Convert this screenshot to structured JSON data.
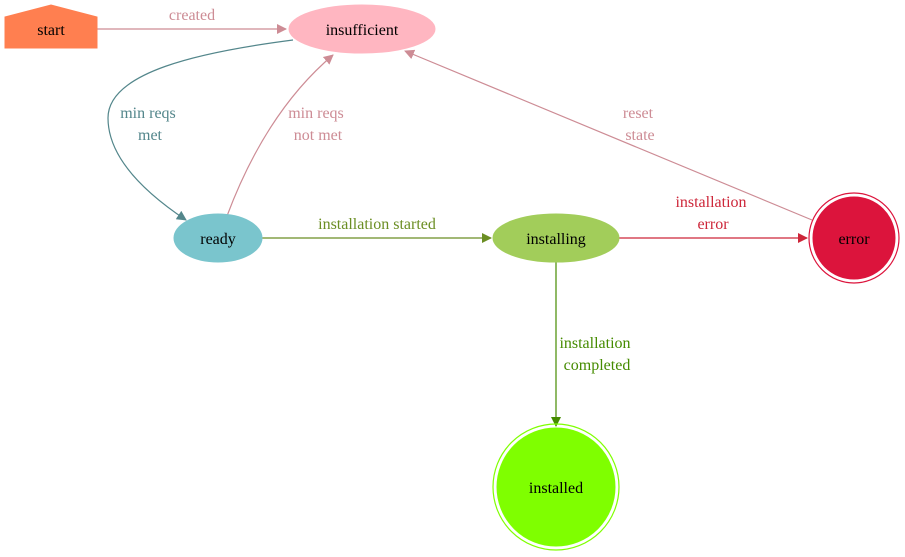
{
  "nodes": {
    "start": {
      "label": "start",
      "fill": "#ff7f50"
    },
    "insufficient": {
      "label": "insufficient",
      "fill": "#ffb6c1"
    },
    "ready": {
      "label": "ready",
      "fill": "#7ac5cd"
    },
    "installing": {
      "label": "installing",
      "fill": "#a2cd5a"
    },
    "error": {
      "label": "error",
      "fill": "#dc143c",
      "ring": "#dc143c"
    },
    "installed": {
      "label": "installed",
      "fill": "#7fff00",
      "ring": "#7fff00"
    }
  },
  "edges": {
    "created": {
      "lines": [
        "created"
      ],
      "color": "#cd8c95"
    },
    "min_reqs_met": {
      "lines": [
        "min reqs",
        "met"
      ],
      "color": "#53868b"
    },
    "min_reqs_not_met": {
      "lines": [
        "min reqs",
        "not met"
      ],
      "color": "#cd8c95"
    },
    "installation_started": {
      "lines": [
        "installation started"
      ],
      "color": "#6b8e23"
    },
    "installation_error": {
      "lines": [
        "installation",
        "error"
      ],
      "color": "#cd2639"
    },
    "reset_state": {
      "lines": [
        "reset",
        "state"
      ],
      "color": "#cd8c95"
    },
    "installation_completed": {
      "lines": [
        "installation",
        "completed"
      ],
      "color": "#458b00"
    }
  }
}
